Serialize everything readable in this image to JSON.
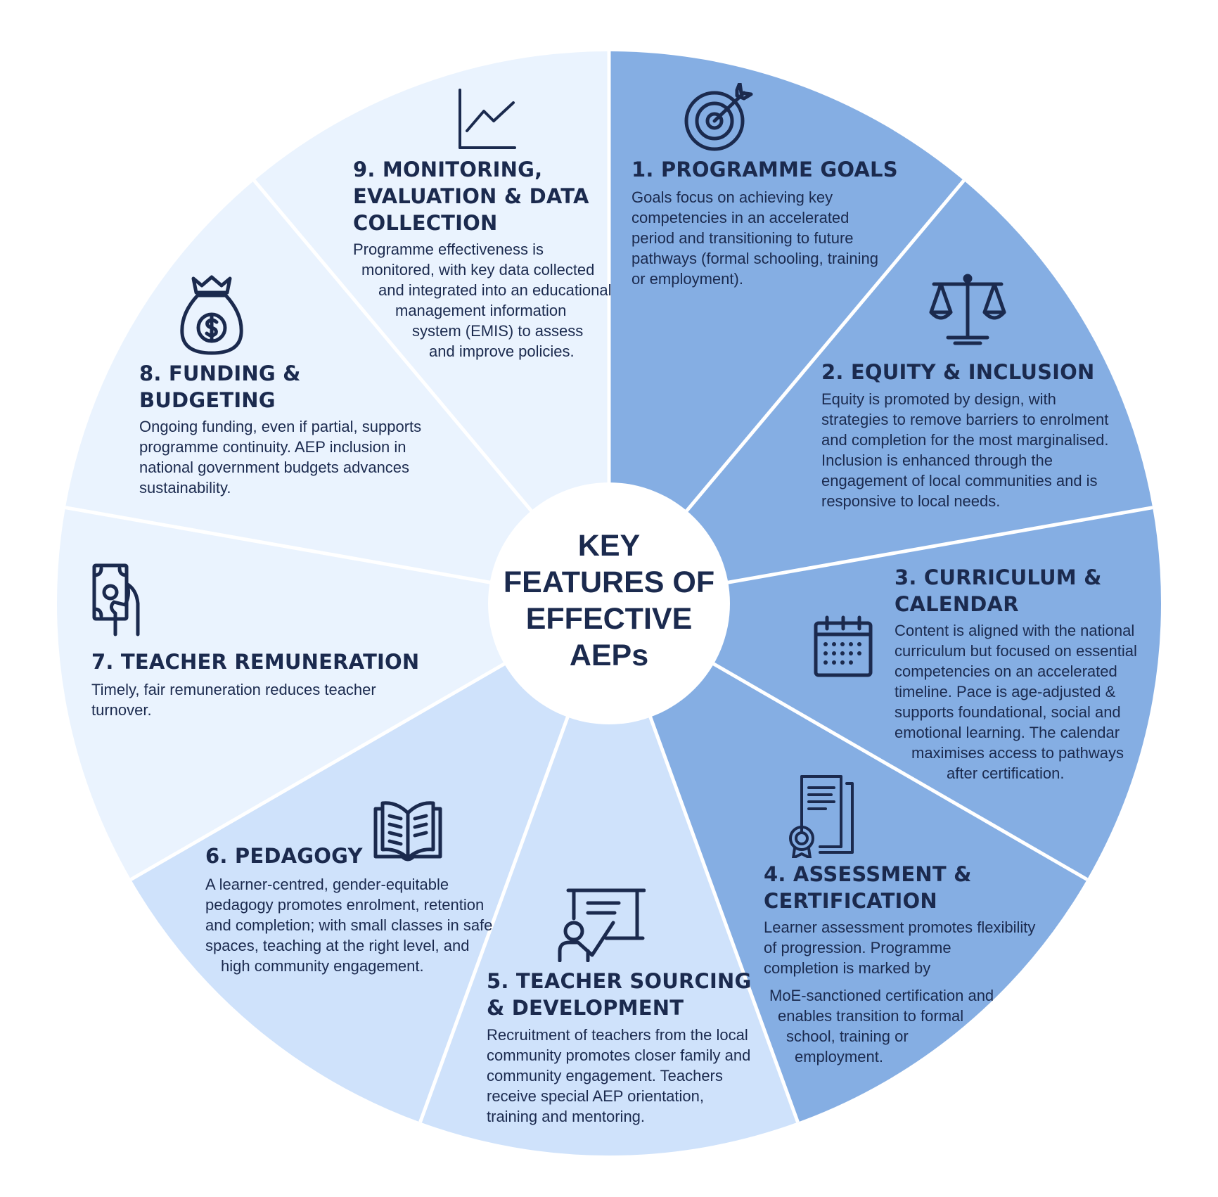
{
  "center": {
    "title_lines": [
      "KEY",
      "FEATURES OF",
      "EFFECTIVE",
      "AEPs"
    ]
  },
  "colors": {
    "dark_segment": "#85aee3",
    "medium_segment": "#cfe2fb",
    "light_segment": "#eaf3fe",
    "text": "#1b2a4e",
    "divider": "#ffffff"
  },
  "segments": [
    {
      "number": "1",
      "title_lines": [
        "1. PROGRAMME GOALS"
      ],
      "body_lines": [
        "Goals focus on achieving key",
        "competencies in an accelerated",
        "period and transitioning to future",
        "pathways (formal schooling, training",
        "or employment)."
      ],
      "icon": "target-icon",
      "fill": "dark"
    },
    {
      "number": "2",
      "title_lines": [
        "2. EQUITY & INCLUSION"
      ],
      "body_lines": [
        "Equity is promoted by design, with",
        "strategies to remove barriers to enrolment",
        "and completion for the most marginalised.",
        "Inclusion is enhanced through the",
        "engagement of local communities and is",
        "responsive to local needs."
      ],
      "icon": "scales-icon",
      "fill": "dark"
    },
    {
      "number": "3",
      "title_lines": [
        "3. CURRICULUM &",
        "CALENDAR"
      ],
      "body_lines": [
        "Content is aligned with the national",
        "curriculum but focused on essential",
        "competencies on an accelerated",
        "timeline. Pace is age-adjusted &",
        "supports foundational, social and",
        "emotional learning. The calendar",
        "maximises access to pathways",
        "after certification."
      ],
      "icon": "calendar-icon",
      "fill": "dark"
    },
    {
      "number": "4",
      "title_lines": [
        "4. ASSESSMENT &",
        "CERTIFICATION"
      ],
      "body_lines": [
        "Learner assessment promotes flexibility",
        "of progression. Programme",
        "completion is marked by",
        "MoE-sanctioned certification and",
        "enables transition to formal",
        "school, training or",
        "employment."
      ],
      "icon": "certificate-icon",
      "fill": "dark"
    },
    {
      "number": "5",
      "title_lines": [
        "5. TEACHER SOURCING",
        "& DEVELOPMENT"
      ],
      "body_lines": [
        "Recruitment of teachers from the local",
        "community promotes closer family and",
        "community engagement. Teachers",
        "receive special AEP orientation,",
        "training and mentoring."
      ],
      "icon": "teacher-board-icon",
      "fill": "medium"
    },
    {
      "number": "6",
      "title_lines": [
        "6. PEDAGOGY"
      ],
      "body_lines": [
        "A learner-centred, gender-equitable",
        "pedagogy promotes enrolment, retention",
        "and completion; with small classes in safe",
        "spaces, teaching at the right level, and",
        "high community engagement."
      ],
      "icon": "open-book-icon",
      "fill": "medium"
    },
    {
      "number": "7",
      "title_lines": [
        "7. TEACHER REMUNERATION"
      ],
      "body_lines": [
        "Timely, fair remuneration reduces teacher",
        "turnover."
      ],
      "icon": "cash-hand-icon",
      "fill": "light"
    },
    {
      "number": "8",
      "title_lines": [
        "8. FUNDING &",
        "BUDGETING"
      ],
      "body_lines": [
        "Ongoing funding, even if partial, supports",
        "programme continuity. AEP inclusion in",
        "national government budgets advances",
        "sustainability."
      ],
      "icon": "money-bag-icon",
      "fill": "light"
    },
    {
      "number": "9",
      "title_lines": [
        "9. MONITORING,",
        "EVALUATION & DATA",
        "COLLECTION"
      ],
      "body_lines": [
        "Programme effectiveness is",
        "monitored, with key data collected",
        "and integrated into an educational",
        "management information",
        "system (EMIS) to assess",
        "and improve policies."
      ],
      "icon": "line-chart-icon",
      "fill": "light"
    }
  ]
}
